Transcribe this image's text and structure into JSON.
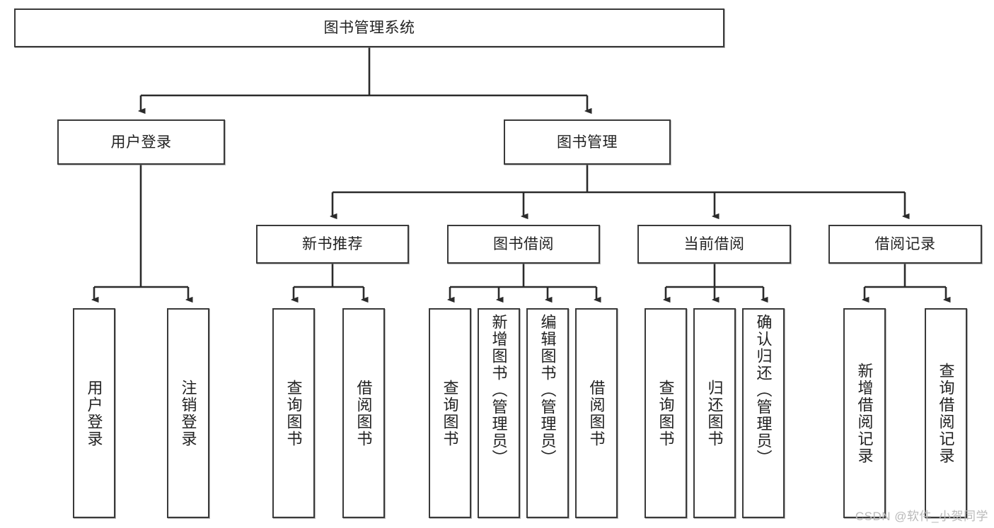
{
  "diagram": {
    "title": "图书管理系统",
    "type": "tree",
    "colors": {
      "box_border": "#3a3a3a",
      "box_fill": "#ffffff",
      "connector": "#2b2b2b",
      "text": "#222222",
      "watermark": "#b9b9b9"
    },
    "root": {
      "id": "root",
      "label": "图书管理系统"
    },
    "level2": [
      {
        "id": "user-login",
        "label": "用户登录"
      },
      {
        "id": "book-management",
        "label": "图书管理"
      }
    ],
    "level3": [
      {
        "id": "new-book-recommend",
        "label": "新书推荐",
        "parent": "book-management"
      },
      {
        "id": "book-borrow",
        "label": "图书借阅",
        "parent": "book-management"
      },
      {
        "id": "current-borrow",
        "label": "当前借阅",
        "parent": "book-management"
      },
      {
        "id": "borrow-record",
        "label": "借阅记录",
        "parent": "book-management"
      }
    ],
    "leaves": {
      "user-login": [
        {
          "id": "leaf-user-login",
          "label": "用户登录"
        },
        {
          "id": "leaf-logout-login",
          "label": "注销登录"
        }
      ],
      "new-book-recommend": [
        {
          "id": "leaf-query-book-1",
          "label": "查询图书"
        },
        {
          "id": "leaf-borrow-book-1",
          "label": "借阅图书"
        }
      ],
      "book-borrow": [
        {
          "id": "leaf-query-book-2",
          "label": "查询图书"
        },
        {
          "id": "leaf-add-book-admin",
          "label": "新增图书（管理员）"
        },
        {
          "id": "leaf-edit-book-admin",
          "label": "编辑图书（管理员）"
        },
        {
          "id": "leaf-borrow-book-2",
          "label": "借阅图书"
        }
      ],
      "current-borrow": [
        {
          "id": "leaf-query-book-3",
          "label": "查询图书"
        },
        {
          "id": "leaf-return-book",
          "label": "归还图书"
        },
        {
          "id": "leaf-confirm-return-admin",
          "label": "确认归还（管理员）"
        }
      ],
      "borrow-record": [
        {
          "id": "leaf-add-borrow-record",
          "label": "新增借阅记录"
        },
        {
          "id": "leaf-query-borrow-record",
          "label": "查询借阅记录"
        }
      ]
    }
  },
  "watermark": {
    "text": "CSDN @软件_小贺同学"
  }
}
